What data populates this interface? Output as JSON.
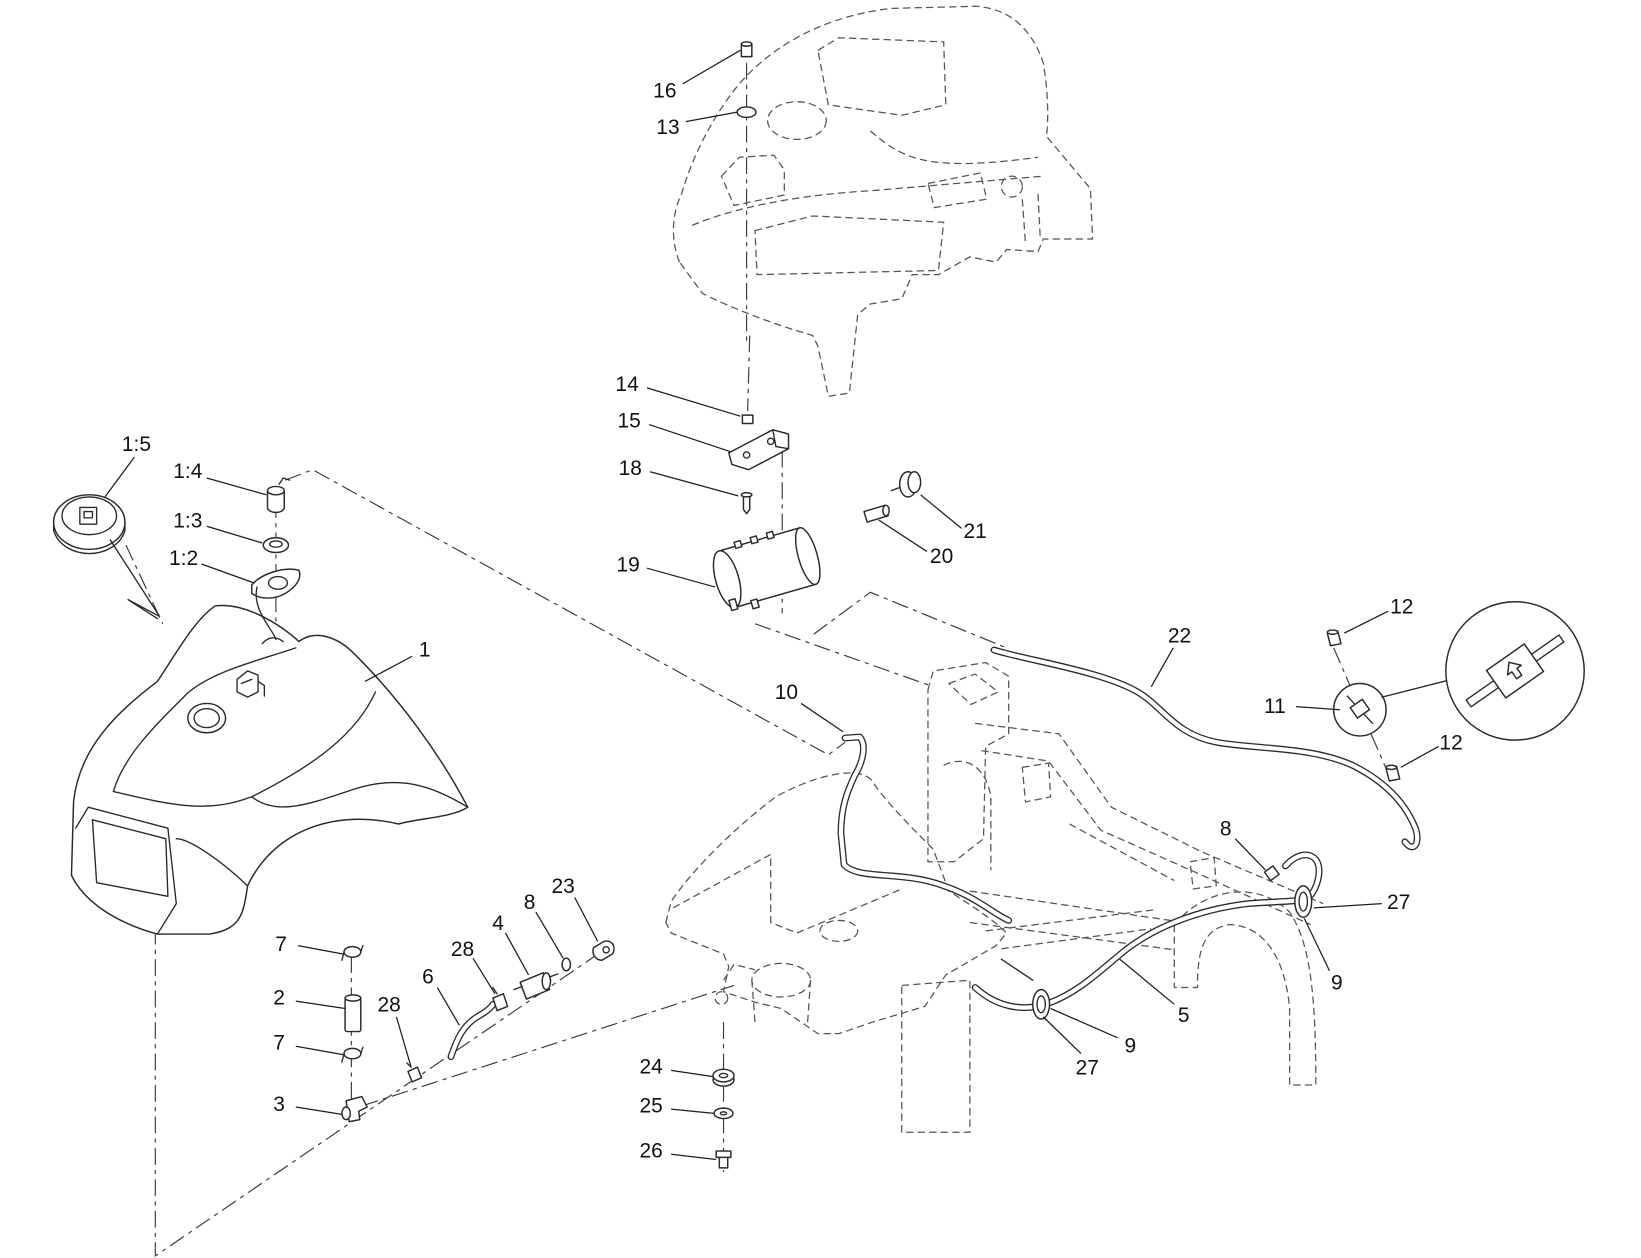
{
  "callouts": [
    "16",
    "13",
    "14",
    "15",
    "18",
    "19",
    "20",
    "21",
    "1:5",
    "1:4",
    "1:3",
    "1:2",
    "1",
    "10",
    "22",
    "12",
    "11",
    "12",
    "8",
    "27",
    "9",
    "5",
    "9",
    "27",
    "7",
    "2",
    "7",
    "28",
    "3",
    "6",
    "28",
    "4",
    "8",
    "23",
    "24",
    "25",
    "26"
  ]
}
